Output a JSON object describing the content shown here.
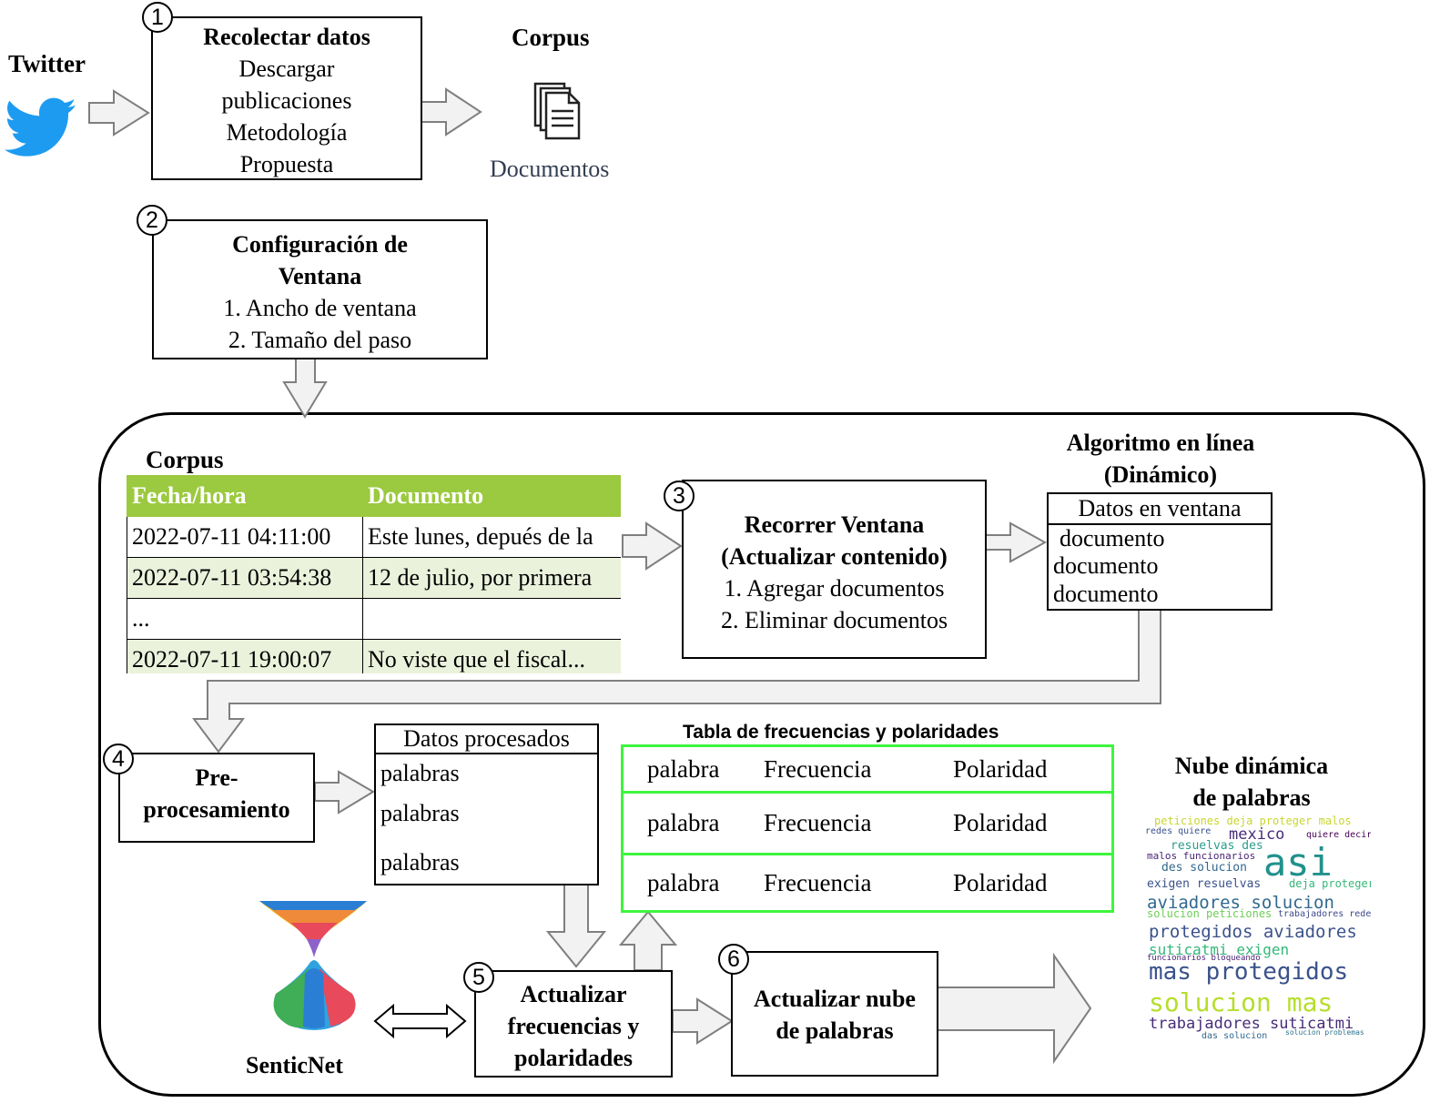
{
  "twitter": {
    "label": "Twitter"
  },
  "step1": {
    "number": "1",
    "title": "Recolectar datos",
    "lines": [
      "Descargar",
      "publicaciones",
      "Metodología",
      "Propuesta"
    ]
  },
  "corpus_top": {
    "label": "Corpus",
    "caption": "Documentos"
  },
  "step2": {
    "number": "2",
    "title_line1": "Configuración de",
    "title_line2": "Ventana",
    "lines": [
      "1. Ancho de ventana",
      "2. Tamaño del paso"
    ]
  },
  "corpus_table": {
    "label": "Corpus",
    "headers": [
      "Fecha/hora",
      "Documento"
    ],
    "rows": [
      [
        "2022-07-11 04:11:00",
        "Este lunes, depués de la"
      ],
      [
        "2022-07-11 03:54:38",
        "12 de julio, por primera"
      ],
      [
        "...",
        ""
      ],
      [
        "2022-07-11 19:00:07",
        "No viste que el fiscal..."
      ]
    ]
  },
  "step3": {
    "number": "3",
    "title_line1": "Recorrer Ventana",
    "title_line2": "(Actualizar contenido)",
    "lines": [
      "1. Agregar documentos",
      "2. Eliminar documentos"
    ]
  },
  "algorithm": {
    "title_line1": "Algoritmo en línea",
    "title_line2": "(Dinámico)",
    "header": "Datos en ventana",
    "items": [
      "documento",
      "documento",
      "documento"
    ]
  },
  "step4": {
    "number": "4",
    "line1": "Pre-",
    "line2": "procesamiento"
  },
  "processed": {
    "header": "Datos procesados",
    "items": [
      "palabras",
      "palabras",
      "palabras"
    ]
  },
  "freq_table": {
    "title": "Tabla de frecuencias y polaridades",
    "rows": [
      [
        "palabra",
        "Frecuencia",
        "Polaridad"
      ],
      [
        "palabra",
        "Frecuencia",
        "Polaridad"
      ],
      [
        "palabra",
        "Frecuencia",
        "Polaridad"
      ]
    ]
  },
  "senticnet": {
    "label": "SenticNet"
  },
  "step5": {
    "number": "5",
    "lines": [
      "Actualizar",
      "frecuencias y",
      "polaridades"
    ]
  },
  "step6": {
    "number": "6",
    "lines": [
      "Actualizar nube",
      "de palabras"
    ]
  },
  "wordcloud": {
    "title_line1": "Nube dinámica",
    "title_line2": "de palabras",
    "words": [
      "peticiones deja proteger malos",
      "redes quiere",
      "mexico",
      "quiere decir",
      "resuelvas des",
      "malos funcionarios",
      "asi",
      "des solucion",
      "exigen resuelvas",
      "deja proteger",
      "aviadores solucion",
      "solucion peticiones",
      "trabajadores redes",
      "protegidos aviadores",
      "suticatmi exigen",
      "funcionarios bloqueando",
      "mas protegidos",
      "solucion mas",
      "trabajadores suticatmi",
      "das solucion",
      "solucion problemas"
    ]
  },
  "colors": {
    "table_header": "#9bc93f",
    "table_alt_row": "#ebf2dc",
    "freq_border": "#3ef53e",
    "arrow_fill": "#f2f2f2",
    "arrow_stroke": "#7f7f7f",
    "twitter_blue": "#1d9bf0"
  }
}
